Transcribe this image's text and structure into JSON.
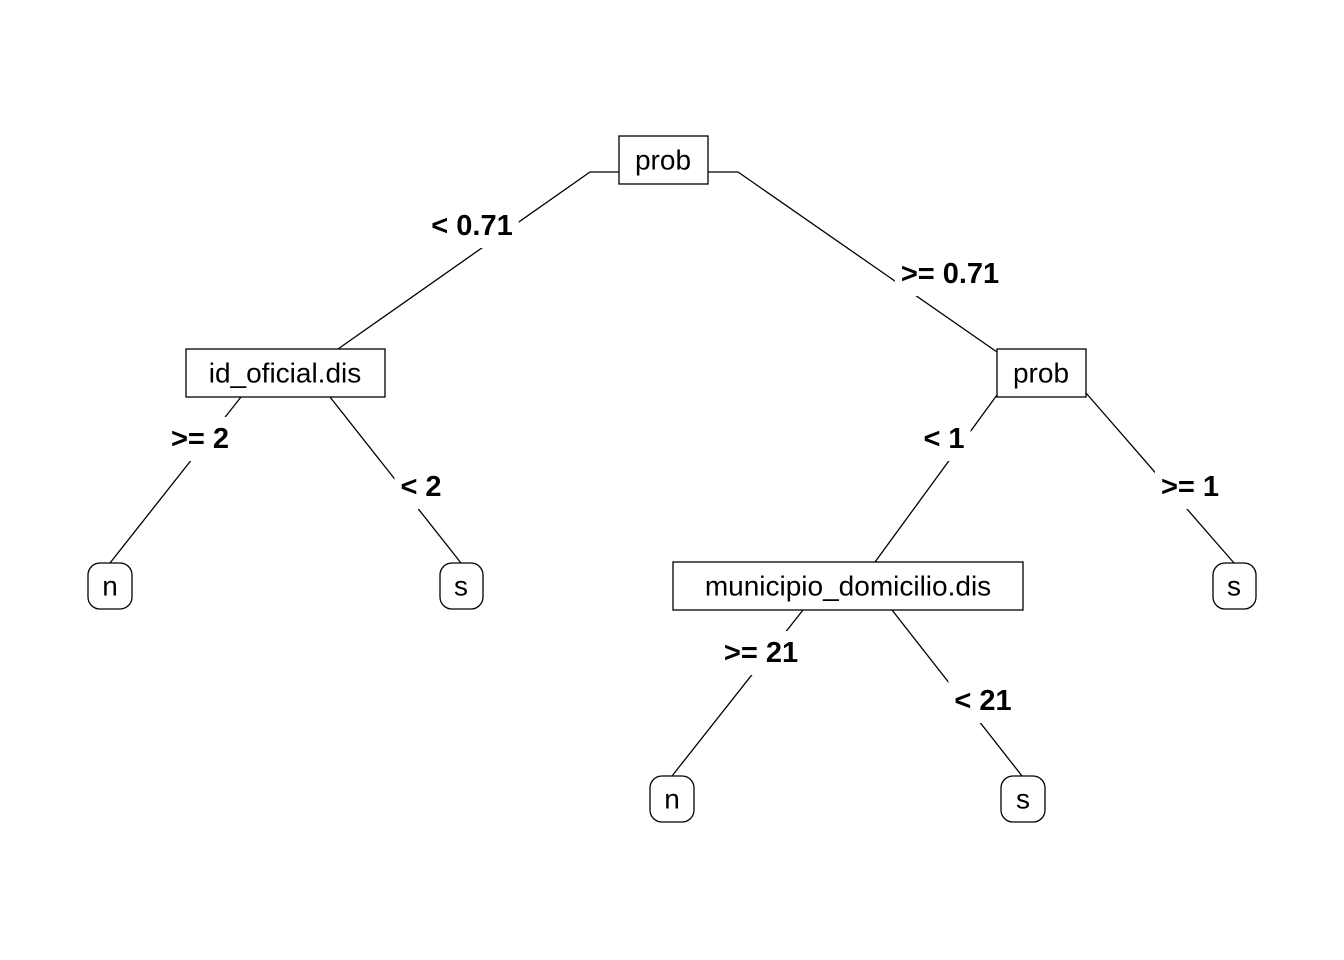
{
  "tree": {
    "nodes": {
      "root": "prob",
      "left_split": "id_oficial.dis",
      "right_split": "prob",
      "municipio_split": "municipio_domicilio.dis",
      "leaf_1": "n",
      "leaf_2": "s",
      "leaf_3": "n",
      "leaf_4": "s",
      "leaf_5": "s"
    },
    "edges": {
      "root_left": "< 0.71",
      "root_right": ">= 0.71",
      "id_left": ">= 2",
      "id_right": "< 2",
      "prob_left": "< 1",
      "prob_right": ">= 1",
      "mun_left": ">= 21",
      "mun_right": "< 21"
    }
  }
}
